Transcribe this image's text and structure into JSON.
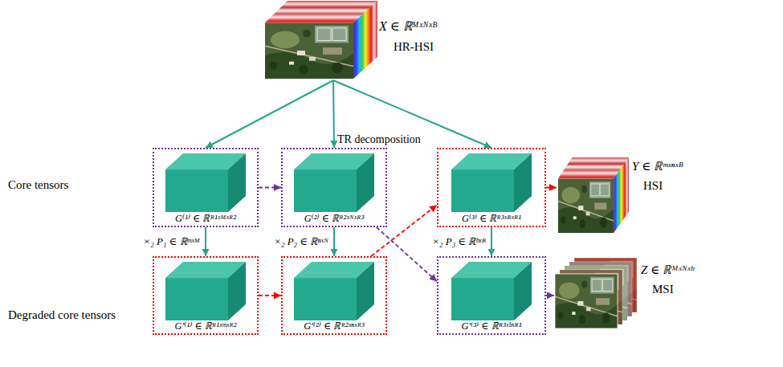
{
  "diagram": {
    "nodes": [
      {
        "text": [
          "X ∈ ℝᴹˣᴺˣᴮ",
          "HR-HSI"
        ]
      },
      {
        "text": [
          "G⁽¹⁾ ∈ ℝᴿ¹ˣᴹˣᴿ²"
        ]
      },
      {
        "text": [
          "G⁽²⁾ ∈ ℝᴿ²ˣᴺˣᴿ³"
        ]
      },
      {
        "text": [
          "G⁽³⁾ ∈ ℝᴿ³ˣᴮˣᴿ¹"
        ]
      },
      {
        "text": [
          "Y ∈ ℝᵐˣⁿˣᴮ",
          "HSI"
        ]
      },
      {
        "text": [
          "G′⁽¹⁾ ∈ ℝᴿ¹ˣᵐˣᴿ²"
        ]
      },
      {
        "text": [
          "G′⁽²⁾ ∈ ℝᴿ²ˣⁿˣᴿ³"
        ]
      },
      {
        "text": [
          "G′⁽³⁾ ∈ ℝᴿ³ˣᵇˣᴿ¹"
        ]
      },
      {
        "text": [
          "Z ∈ ℝᴹˣᴺˣᵇ",
          "MSI"
        ]
      }
    ],
    "edges": [
      {
        "from": 0,
        "to": 1,
        "arrow": "to"
      },
      {
        "from": 0,
        "to": 2,
        "arrow": "to"
      },
      {
        "from": 0,
        "to": 3,
        "arrow": "to"
      },
      {
        "from": 1,
        "to": 2,
        "arrow": "to"
      },
      {
        "from": 3,
        "to": 4,
        "arrow": "to"
      },
      {
        "from": 1,
        "to": 5,
        "label": "×₂ P₁ ∈ ℝᵐˣᴹ",
        "arrow": "to"
      },
      {
        "from": 2,
        "to": 6,
        "label": "×₂ P₂ ∈ ℝⁿˣᴺ",
        "arrow": "to"
      },
      {
        "from": 3,
        "to": 7,
        "label": "×₂ P₃ ∈ ℝᵇˣᴮ",
        "arrow": "to"
      },
      {
        "from": 5,
        "to": 6,
        "arrow": "to"
      },
      {
        "from": 6,
        "to": 3,
        "arrow": "to"
      },
      {
        "from": 2,
        "to": 7,
        "arrow": "to"
      },
      {
        "from": 7,
        "to": 8,
        "arrow": "to"
      }
    ],
    "labels": [
      "TR decomposition",
      "Core tensors",
      "Degraded core tensors"
    ]
  }
}
